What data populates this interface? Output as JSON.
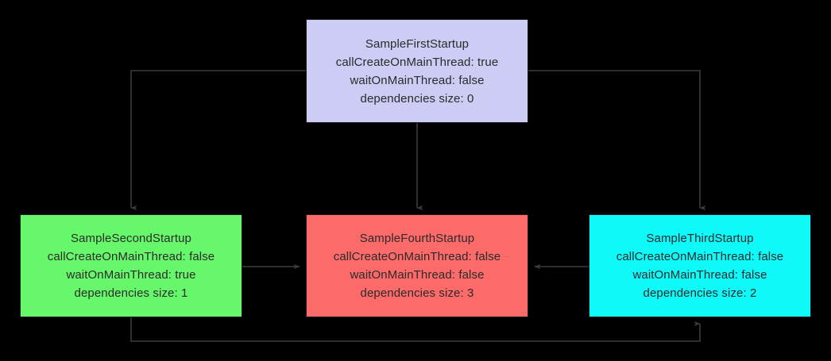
{
  "diagram": {
    "background_color": "#000000",
    "edge_color": "#3c3c3c",
    "text_color": "#2b2b2b",
    "nodes": [
      {
        "id": "first",
        "title": "SampleFirstStartup",
        "call_create_on_main_thread": "callCreateOnMainThread: true",
        "wait_on_main_thread": "waitOnMainThread: false",
        "dependencies_size": "dependencies size: 0",
        "color": "#ccccf5"
      },
      {
        "id": "second",
        "title": "SampleSecondStartup",
        "call_create_on_main_thread": "callCreateOnMainThread: false",
        "wait_on_main_thread": "waitOnMainThread: true",
        "dependencies_size": "dependencies size: 1",
        "color": "#66f76a"
      },
      {
        "id": "fourth",
        "title": "SampleFourthStartup",
        "call_create_on_main_thread": "callCreateOnMainThread: false",
        "wait_on_main_thread": "waitOnMainThread: false",
        "dependencies_size": "dependencies size: 3",
        "color": "#fc6a69"
      },
      {
        "id": "third",
        "title": "SampleThirdStartup",
        "call_create_on_main_thread": "callCreateOnMainThread: false",
        "wait_on_main_thread": "waitOnMainThread: false",
        "dependencies_size": "dependencies size: 2",
        "color": "#0ff9f9"
      }
    ],
    "edges": [
      {
        "id": "first-to-second",
        "from": "first",
        "to": "second"
      },
      {
        "id": "first-to-fourth",
        "from": "first",
        "to": "fourth"
      },
      {
        "id": "first-to-third",
        "from": "first",
        "to": "third"
      },
      {
        "id": "second-to-fourth",
        "from": "second",
        "to": "fourth"
      },
      {
        "id": "third-to-fourth",
        "from": "third",
        "to": "fourth"
      },
      {
        "id": "second-to-third",
        "from": "second",
        "to": "third"
      }
    ]
  }
}
